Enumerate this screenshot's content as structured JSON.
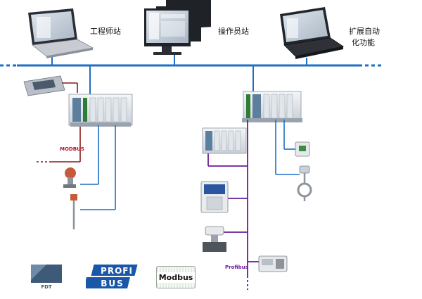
{
  "labels": {
    "engineer_station": "工程师站",
    "operator_station": "操作员站",
    "extended_automation": [
      "扩展自动",
      "化功能"
    ],
    "modbus_link": "MODBUS",
    "profibus_link": "Profibus"
  },
  "logos": {
    "modbus": "Modbus",
    "profibus": [
      "PROFI",
      "BUS"
    ],
    "fdt": "FDT"
  },
  "colors": {
    "bus": "#1e6fc4",
    "modbus_line": "#8b1a1a",
    "profibus_line": "#6a1b9a"
  }
}
